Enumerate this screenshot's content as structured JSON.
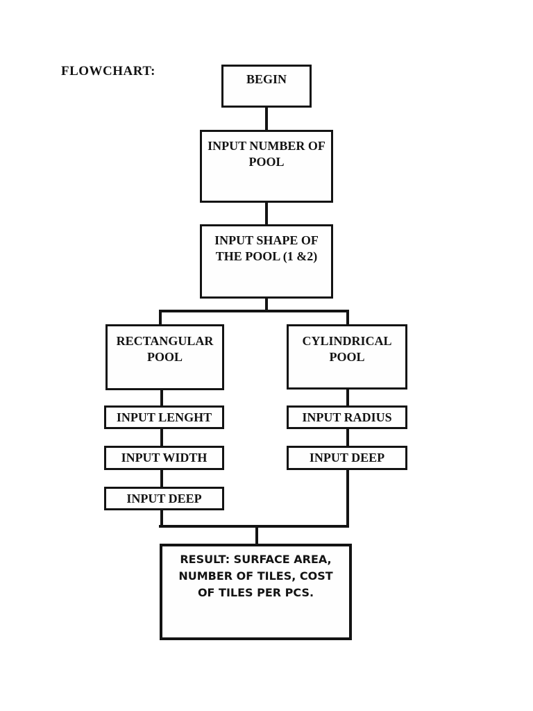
{
  "page": {
    "heading": "FLOWCHART:",
    "background_color": "#ffffff",
    "ink_color": "#131313"
  },
  "flowchart": {
    "nodes": {
      "begin": {
        "label": "BEGIN"
      },
      "input_number_of_pool": {
        "label": "INPUT NUMBER OF\nPOOL"
      },
      "input_shape_of_pool": {
        "label": "INPUT SHAPE OF\nTHE POOL (1 &2)"
      },
      "rectangular_pool": {
        "label": "RECTANGULAR\nPOOL"
      },
      "cylindrical_pool": {
        "label": "CYLINDRICAL\nPOOL"
      },
      "input_lenght": {
        "label": "INPUT LENGHT"
      },
      "input_width": {
        "label": "INPUT WIDTH"
      },
      "input_deep_left": {
        "label": "INPUT DEEP"
      },
      "input_radius": {
        "label": "INPUT RADIUS"
      },
      "input_deep_right": {
        "label": "INPUT DEEP"
      },
      "result": {
        "label": "RESULT: SURFACE AREA,\nNUMBER OF TILES, COST\nOF TILES PER PCS."
      }
    },
    "edges": [
      {
        "from": "begin",
        "to": "input_number_of_pool"
      },
      {
        "from": "input_number_of_pool",
        "to": "input_shape_of_pool"
      },
      {
        "from": "input_shape_of_pool",
        "to": "rectangular_pool"
      },
      {
        "from": "input_shape_of_pool",
        "to": "cylindrical_pool"
      },
      {
        "from": "rectangular_pool",
        "to": "input_lenght"
      },
      {
        "from": "input_lenght",
        "to": "input_width"
      },
      {
        "from": "input_width",
        "to": "input_deep_left"
      },
      {
        "from": "cylindrical_pool",
        "to": "input_radius"
      },
      {
        "from": "input_radius",
        "to": "input_deep_right"
      },
      {
        "from": "input_deep_left",
        "to": "result"
      },
      {
        "from": "input_deep_right",
        "to": "result"
      }
    ]
  }
}
